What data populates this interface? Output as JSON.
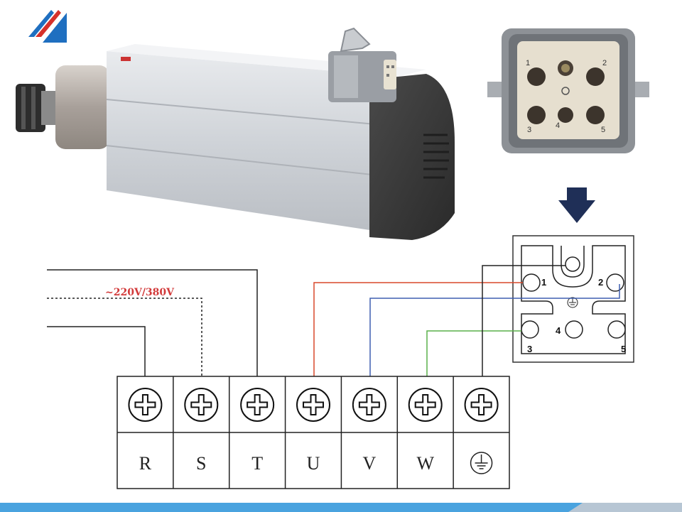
{
  "terminals": [
    {
      "label": "R",
      "icon": "screw-terminal-icon"
    },
    {
      "label": "S",
      "icon": "screw-terminal-icon"
    },
    {
      "label": "T",
      "icon": "screw-terminal-icon"
    },
    {
      "label": "U",
      "icon": "screw-terminal-icon"
    },
    {
      "label": "V",
      "icon": "screw-terminal-icon"
    },
    {
      "label": "W",
      "icon": "screw-terminal-icon"
    },
    {
      "label": "",
      "icon": "ground-icon"
    }
  ],
  "supply_label": "~220V/380V",
  "connector_pins": [
    "1",
    "2",
    "3",
    "4",
    "5"
  ],
  "plug_numbers": [
    "1",
    "2",
    "3",
    "4",
    "5"
  ],
  "colors": {
    "u_wire": "#d9482b",
    "v_wire": "#3f5fb0",
    "w_wire": "#5ab04a",
    "supply_label": "#d23a3a",
    "arrow": "#1f2f57",
    "logo_blue": "#1f6fc0",
    "logo_red": "#d6312b",
    "footer_blue": "#4aa3df"
  },
  "icons": [
    "logo-icon",
    "spindle-motor-icon",
    "connector-plug-icon",
    "down-arrow-icon"
  ]
}
